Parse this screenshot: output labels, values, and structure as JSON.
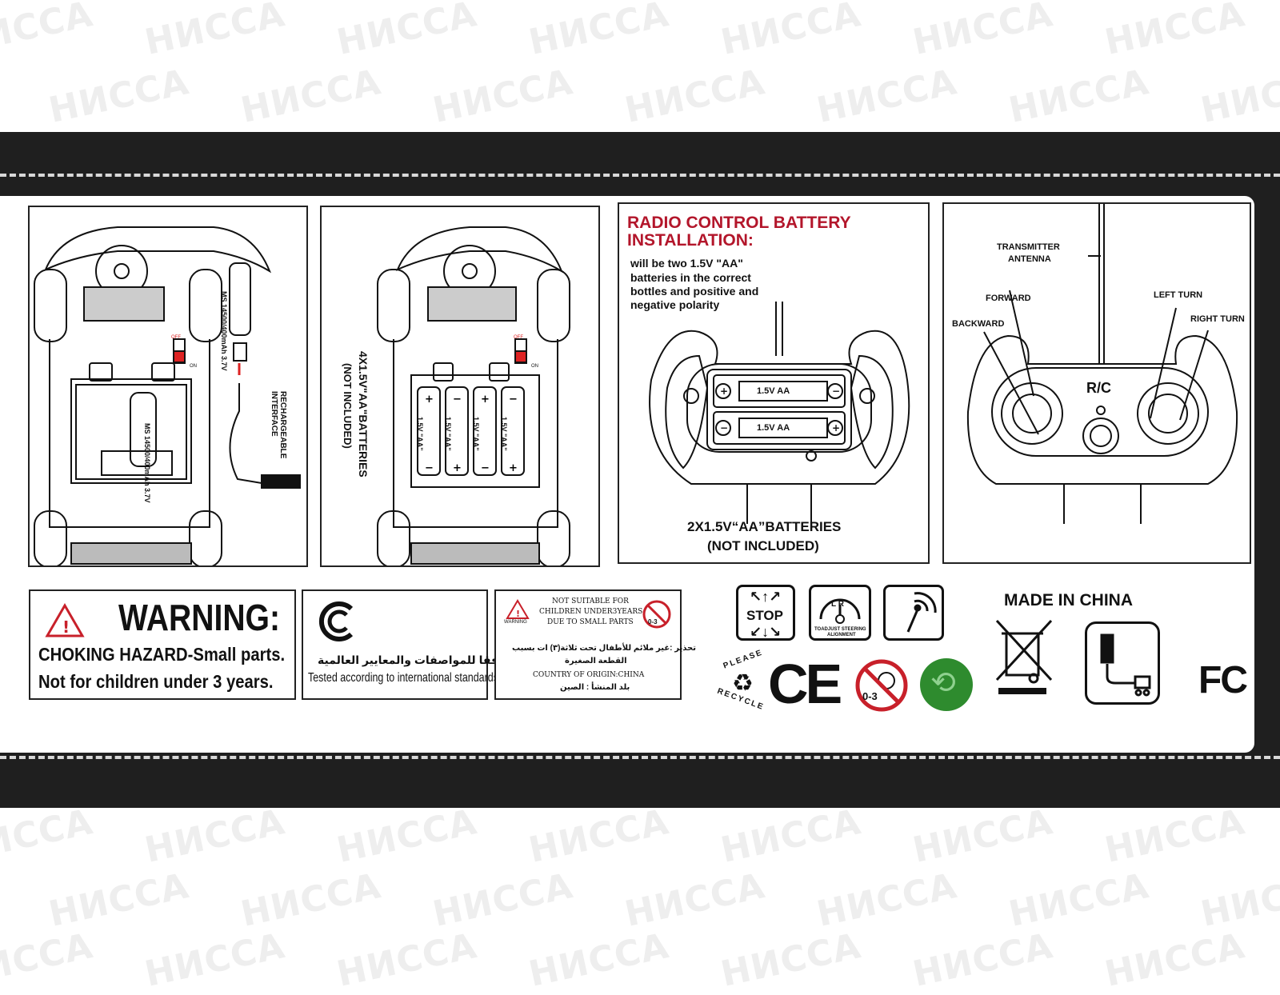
{
  "watermark": "НИССА",
  "panels": {
    "car_recharge": {
      "battery_label": "MS 14500/400mAh 3.7V",
      "switch_label_off": "OFF",
      "switch_label_on": "ON",
      "interface_label": "RECHARGEABLE INTERFACE"
    },
    "car_batteries": {
      "batteries_label": "4X1.5V\"AA\"BATTERIES",
      "not_included": "(NOT INCLUDED)",
      "cell_label": "1.5V \"AA\"",
      "switch_label_off": "OFF",
      "switch_label_on": "ON"
    },
    "rc_install": {
      "title_line1": "RADIO CONTROL BATTERY",
      "title_line2": "INSTALLATION:",
      "desc_line1": "will be two 1.5V \"AA\"",
      "desc_line2": "batteries in the correct",
      "desc_line3": "bottles and positive and",
      "desc_line4": "negative polarity",
      "cell_label": "1.5V   AA",
      "batteries_label": "2X1.5V“AA”BATTERIES",
      "not_included": "(NOT INCLUDED)"
    },
    "transmitter": {
      "antenna_line1": "TRANSMITTER",
      "antenna_line2": "ANTENNA",
      "forward": "FORWARD",
      "backward": "BACKWARD",
      "left_turn": "LEFT TURN",
      "right_turn": "RIGHT TURN",
      "rc": "R/C"
    }
  },
  "warning": {
    "title": "WARNING:",
    "line1": "CHOKING HAZARD-Small parts.",
    "line2": "Not for children under 3 years."
  },
  "standards": {
    "arabic": "صنعت وفقا للمواصفات والمعايير العالمية",
    "english": "Tested according to international standards"
  },
  "age_notice": {
    "warning_small": "WARNING",
    "line1": "NOT SUITABLE FOR",
    "line2": "CHILDREN UNDER3YEARS",
    "line3": "DUE TO SMALL PARTS",
    "arabic1": "تحذير :غير ملائم للأطفال تحت ثلاثة(٣) ات بسبب",
    "arabic2": "القطعة الصغيرة",
    "origin": "COUNTRY OF ORIGIN:CHINA",
    "arabic3": "بلد المنشأ : الصين",
    "age_badge": "0-3"
  },
  "icons": {
    "stop": "STOP",
    "steering_line1": "TOADJUST STEERING",
    "steering_line2": "ALIGNMENT",
    "steering_lr": "L  R",
    "made_in": "MADE IN CHINA",
    "please": "PLEASE",
    "recycle": "RECYCLE",
    "ce": "CE",
    "age_badge": "0-3",
    "fc": "FC"
  },
  "colors": {
    "box": "#1f1f1f",
    "title_red": "#b3162b",
    "warning_red": "#c8202a",
    "green_dot": "#2e8b2e"
  }
}
